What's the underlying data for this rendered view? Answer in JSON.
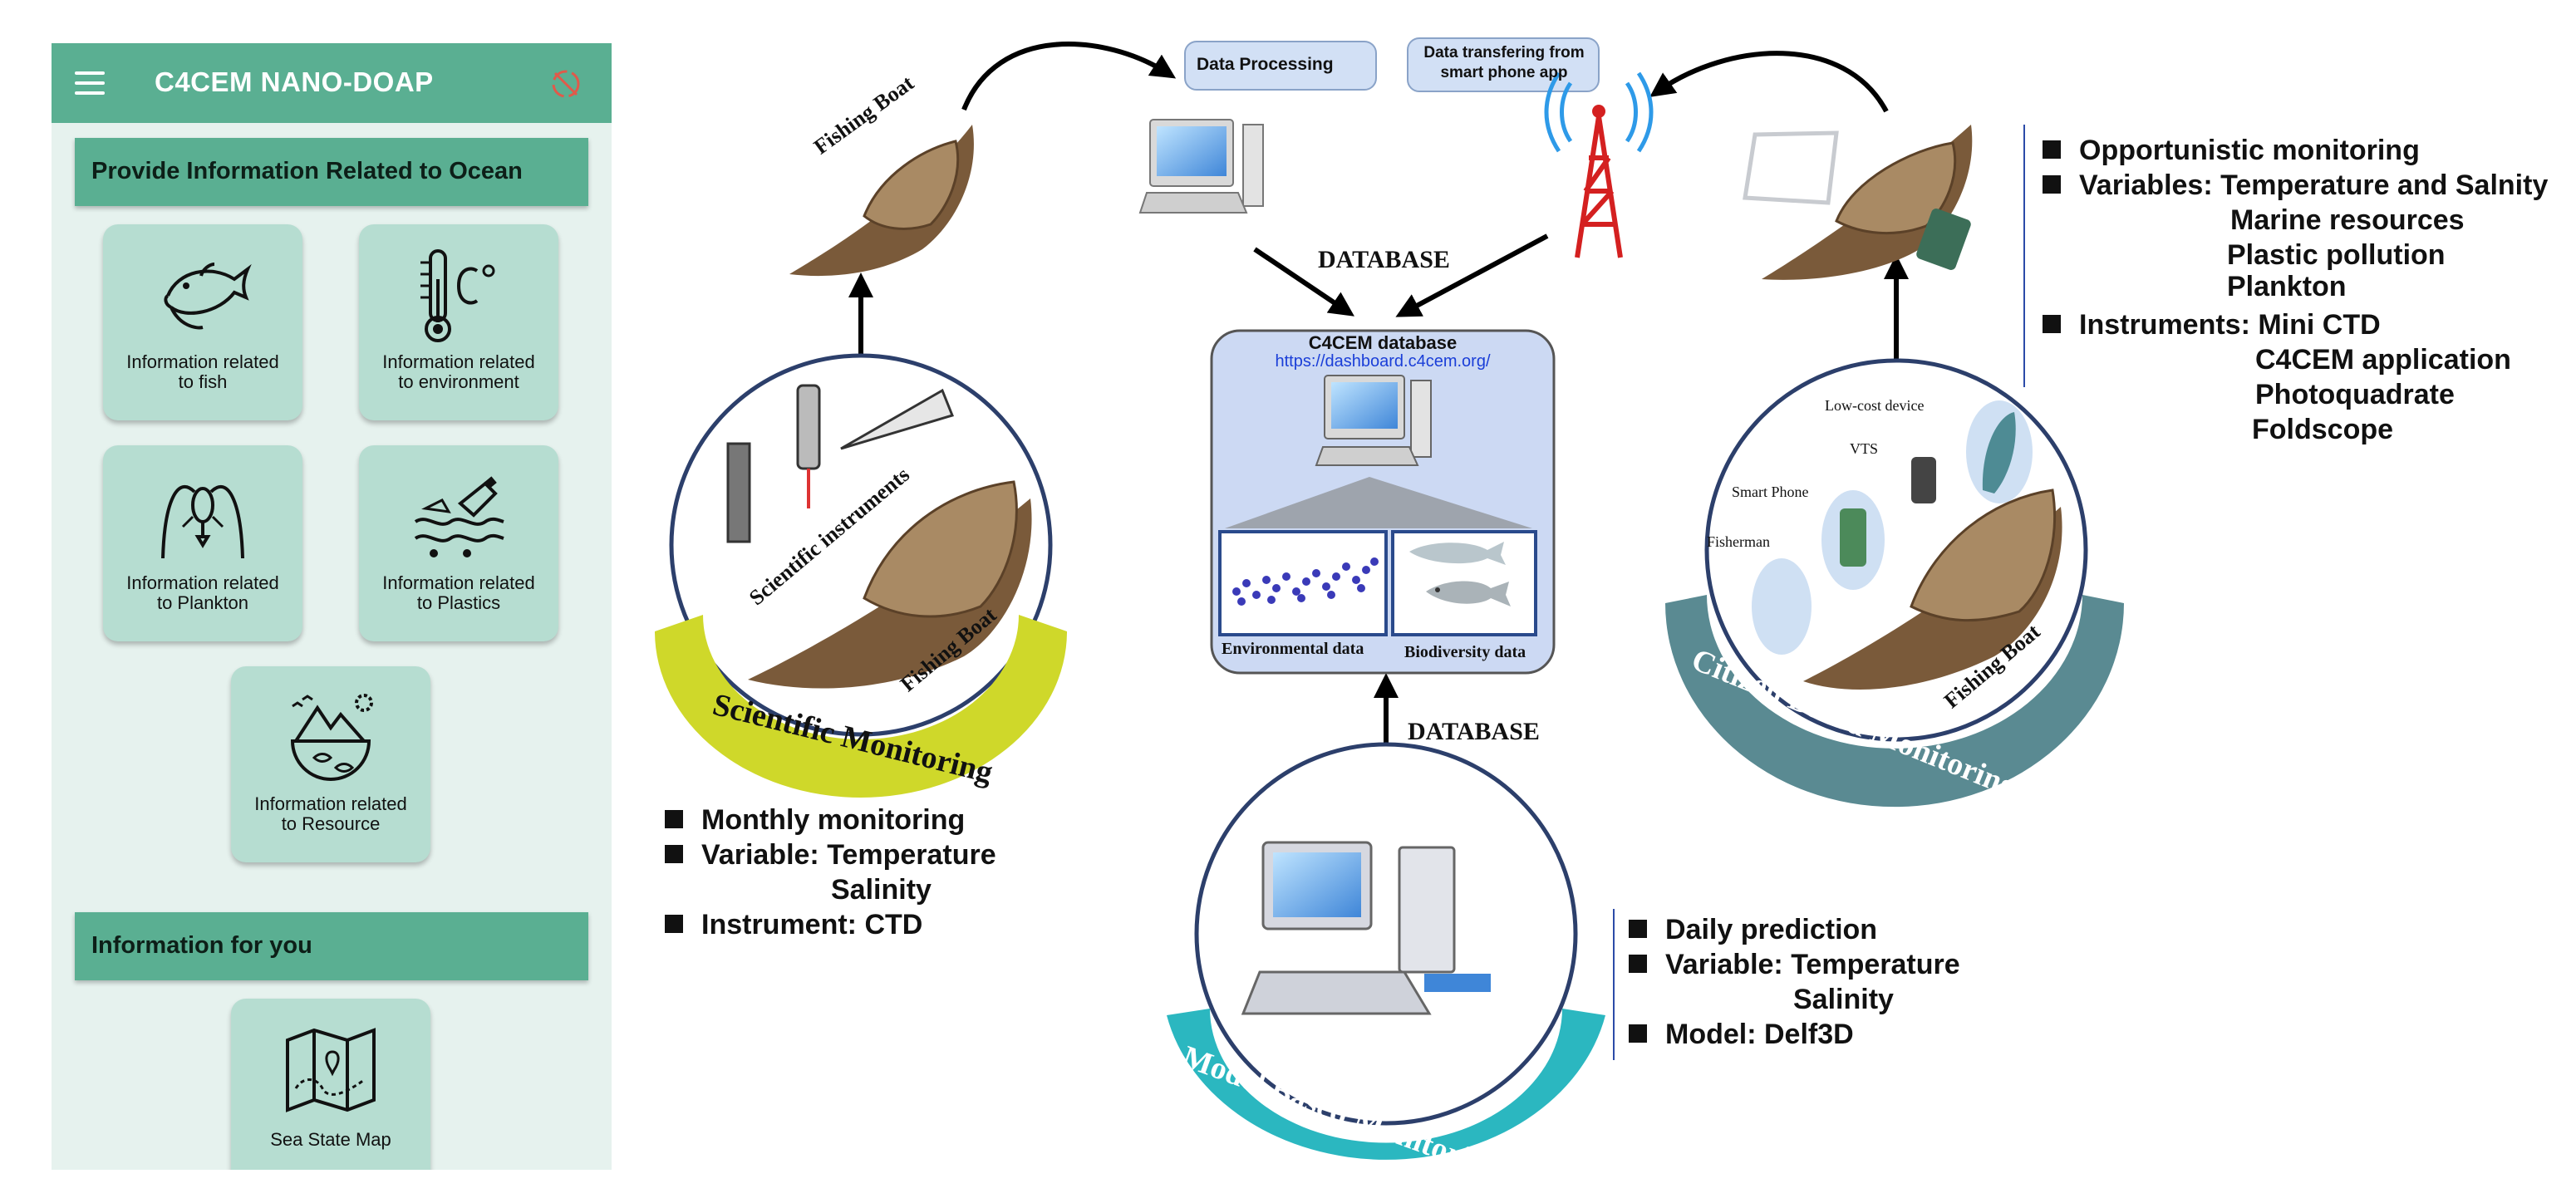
{
  "app": {
    "title": "C4CEM NANO-DOAP",
    "section_ocean": "Provide Information Related to Ocean",
    "section_you": "Information for you",
    "cards": [
      {
        "line1": "Information related",
        "line2": "to fish",
        "icon": "fish-icon"
      },
      {
        "line1": "Information related",
        "line2": "to environment",
        "icon": "thermometer-icon"
      },
      {
        "line1": "Information related",
        "line2": "to Plankton",
        "icon": "plankton-icon"
      },
      {
        "line1": "Information related",
        "line2": "to Plastics",
        "icon": "plastic-bottle-icon"
      },
      {
        "line1": "Information related",
        "line2": "to Resource",
        "icon": "resource-icon"
      }
    ],
    "map_card": {
      "line1": "Sea State Map",
      "icon": "map-icon"
    },
    "colors": {
      "appbar": "#5aaf92",
      "background": "#e6f2ee",
      "card": "#b6ddd1",
      "sync_off": "#e05a4a"
    }
  },
  "diagram": {
    "data_processing": "Data Processing",
    "data_transfer": [
      "Data transfering from",
      "smart phone app"
    ],
    "database_top": "DATABASE",
    "database_bottom": "DATABASE",
    "db_title": "C4CEM database",
    "db_url": "https://dashboard.c4cem.org/",
    "env_data": "Environmental data",
    "bio_data": "Biodiversity data",
    "fishing_boat": "Fishing Boat",
    "scientific_instruments": "Scientific instruments",
    "low_cost_device": "Low-cost device",
    "vts": "VTS",
    "smart_phone": "Smart Phone",
    "fisherman": "Fisherman",
    "scientific_monitoring": "Scientific Monitoring",
    "citizen_monitoring": "Citizen Based Monitoring",
    "model_monitoring": "Model Based Monitoring",
    "scientific_bullets": {
      "b1": "Monthly monitoring",
      "b2": "Variable: Temperature",
      "b2b": "Salinity",
      "b3": "Instrument: CTD"
    },
    "citizen_bullets": {
      "b1": "Opportunistic  monitoring",
      "b2": "Variables: Temperature and Salnity",
      "b2b": "Marine resources",
      "b2c": "Plastic pollution",
      "b2d": "Plankton",
      "b3": "Instruments: Mini CTD",
      "b3b": "C4CEM application",
      "b3c": "Photoquadrate",
      "b3d": "Foldscope"
    },
    "model_bullets": {
      "b1": "Daily prediction",
      "b2": "Variable: Temperature",
      "b2b": "Salinity",
      "b3": "Model: Delf3D"
    },
    "colors": {
      "scientific": "#cfd82a",
      "citizen": "#5a8a92",
      "model": "#2bb7c0",
      "db_box": "#ccd9f3",
      "link": "#1a3ed8"
    }
  }
}
